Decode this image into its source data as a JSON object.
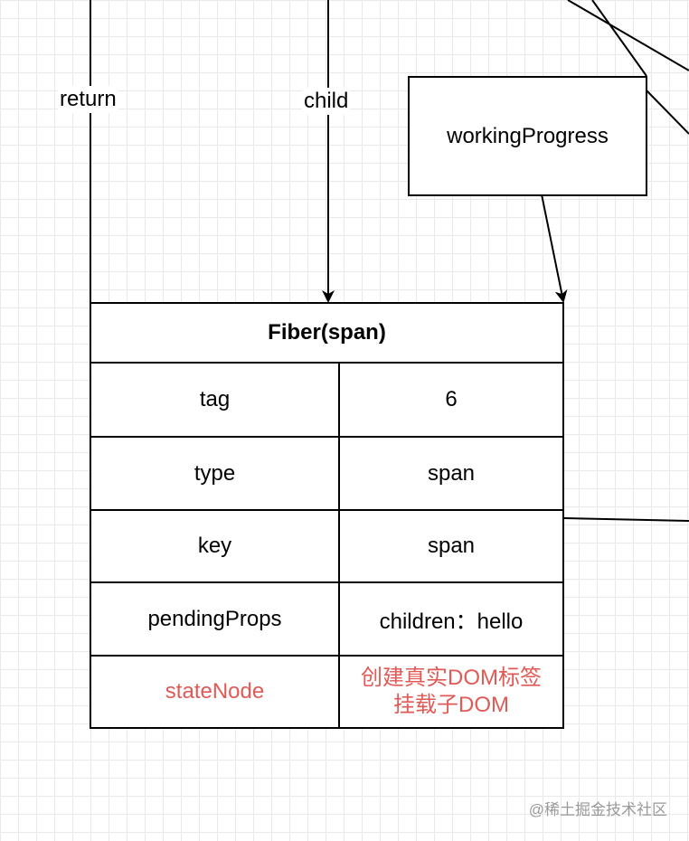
{
  "labels": {
    "return": "return",
    "child": "child"
  },
  "working_progress": {
    "label": "workingProgress"
  },
  "fiber": {
    "title": "Fiber(span)",
    "rows": [
      {
        "key": "tag",
        "value": "6"
      },
      {
        "key": "type",
        "value": "span"
      },
      {
        "key": "key",
        "value": "span"
      },
      {
        "key": "pendingProps",
        "value": "children：hello"
      },
      {
        "key": "stateNode",
        "value_line1": "创建真实DOM标签",
        "value_line2": "挂载子DOM"
      }
    ]
  },
  "watermark": "@稀土掘金技术社区",
  "colors": {
    "highlight": "#e05a56",
    "grid": "#e9e9e9"
  }
}
